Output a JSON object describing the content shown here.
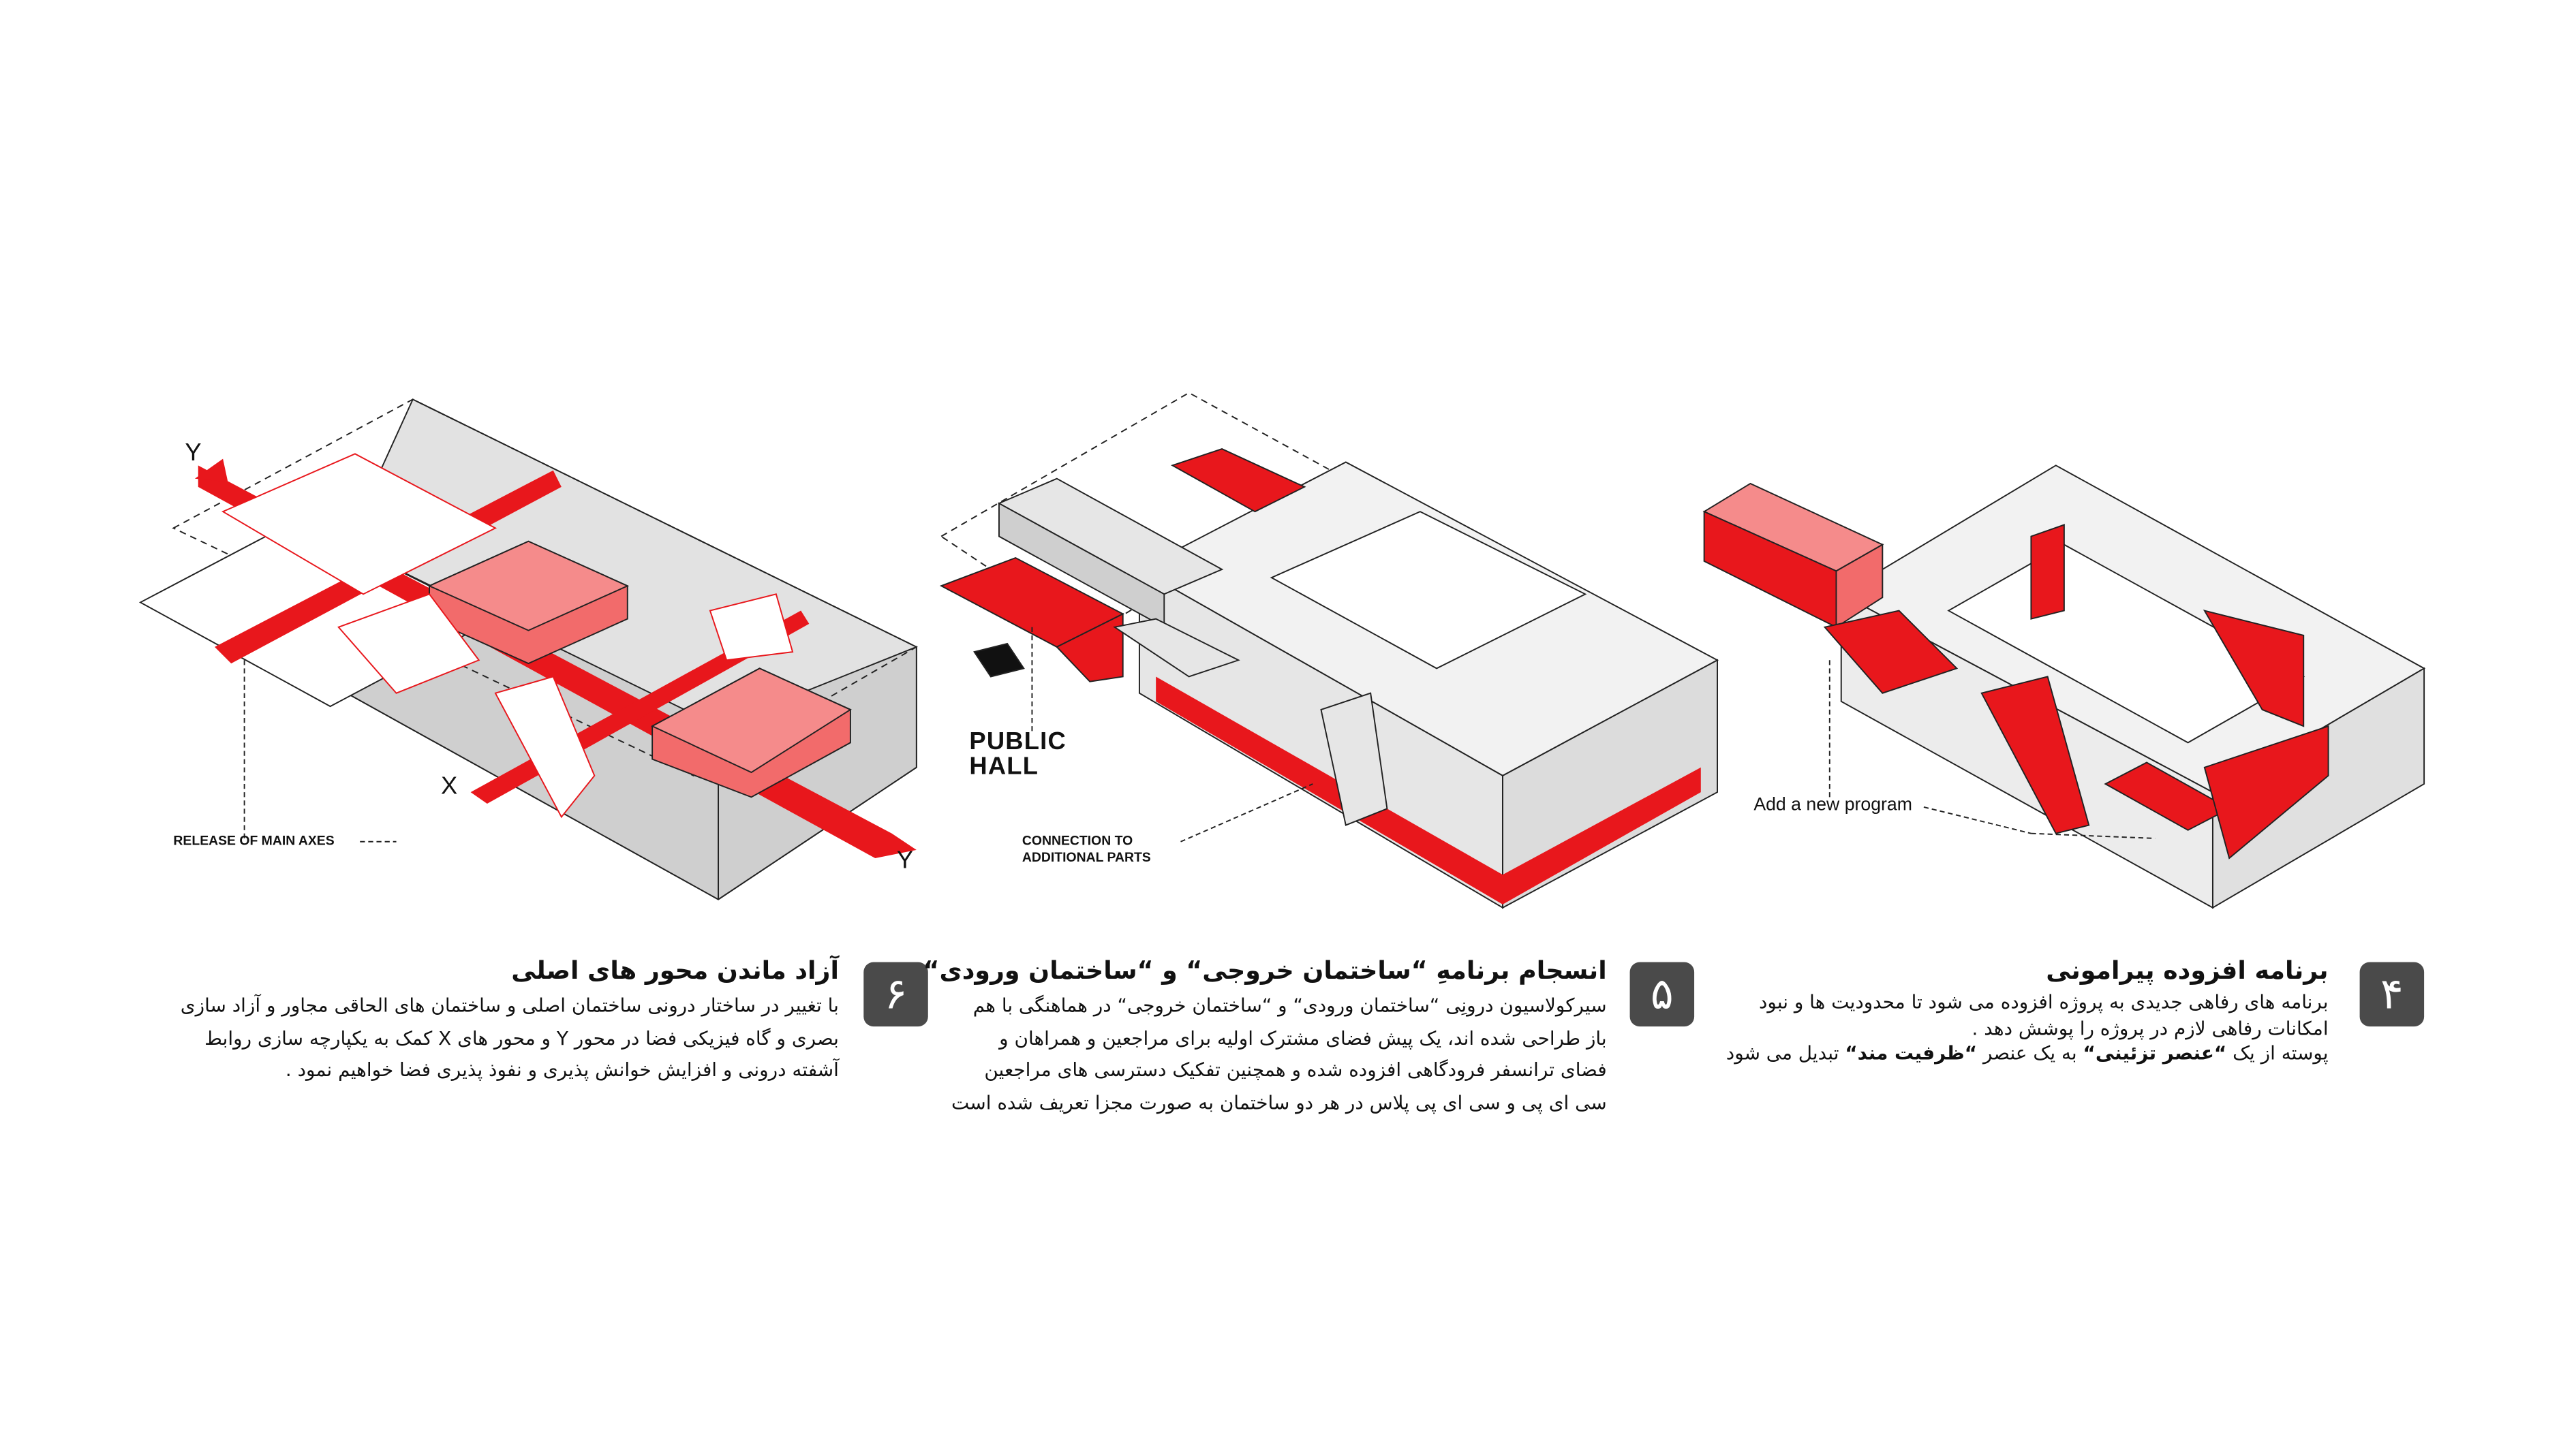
{
  "colors": {
    "accent_red": "#e8171c",
    "light_red": "#f58b8b",
    "badge_gray": "#4a4a4a",
    "volume_gray": "#d6d6d6"
  },
  "panels": [
    {
      "number": "۶",
      "title": "آزاد ماندن محور های اصلی",
      "body": [
        "با تغییر در ساختار درونی ساختمان اصلی و ساختمان های الحاقی مجاور و آزاد سازی",
        "بصری و گاه فیزیکی فضا در محور Y و محور های X کمک به یکپارچه سازی روابط",
        "آشفته درونی و افزایش خوانش پذیری و نفوذ پذیری فضا خواهیم نمود ."
      ],
      "diagram_labels": {
        "axis_y_top": "Y",
        "axis_x": "X",
        "axis_y_bottom": "Y",
        "callout": "RELEASE OF MAIN AXES"
      }
    },
    {
      "number": "۵",
      "title": "انسجام برنامهِ “ساختمان خروجی“ و “ساختمان ورودی“",
      "body": [
        "سیرکولاسیون درونِی “ساختمان ورودی“ و “ساختمان خروجی“ در هماهنگی با هم",
        "باز طراحی شده اند، یک پیش فضای مشترک اولیه برای مراجعین و همراهان و",
        "فضای ترانسفر فرودگاهی افزوده شده و همچنین تفکیک دسترسی های مراجعین",
        "سی ای پی و سی ای پی پلاس در هر دو ساختمان به صورت مجزا تعریف شده است"
      ],
      "diagram_labels": {
        "public_hall_1": "PUBLIC",
        "public_hall_2": "HALL",
        "callout_1": "CONNECTION TO",
        "callout_2": "ADDITIONAL PARTS"
      }
    },
    {
      "number": "۴",
      "title": "برنامه افزوده پیرامونی",
      "body": [
        "برنامه های رفاهی جدیدی به پروژه افزوده می شود تا محدودیت ها و نبود",
        "امکانات رفاهی لازم در پروژه را پوشش دهد ."
      ],
      "body_last": {
        "pre": "پوسته از یک ",
        "bold1": "“عنصر تزئینی“",
        "mid": " به یک عنصر ",
        "bold2": "“ظرفیت مند“",
        "post": " تبدیل می شود"
      },
      "diagram_labels": {
        "callout": "Add a new program"
      }
    }
  ]
}
